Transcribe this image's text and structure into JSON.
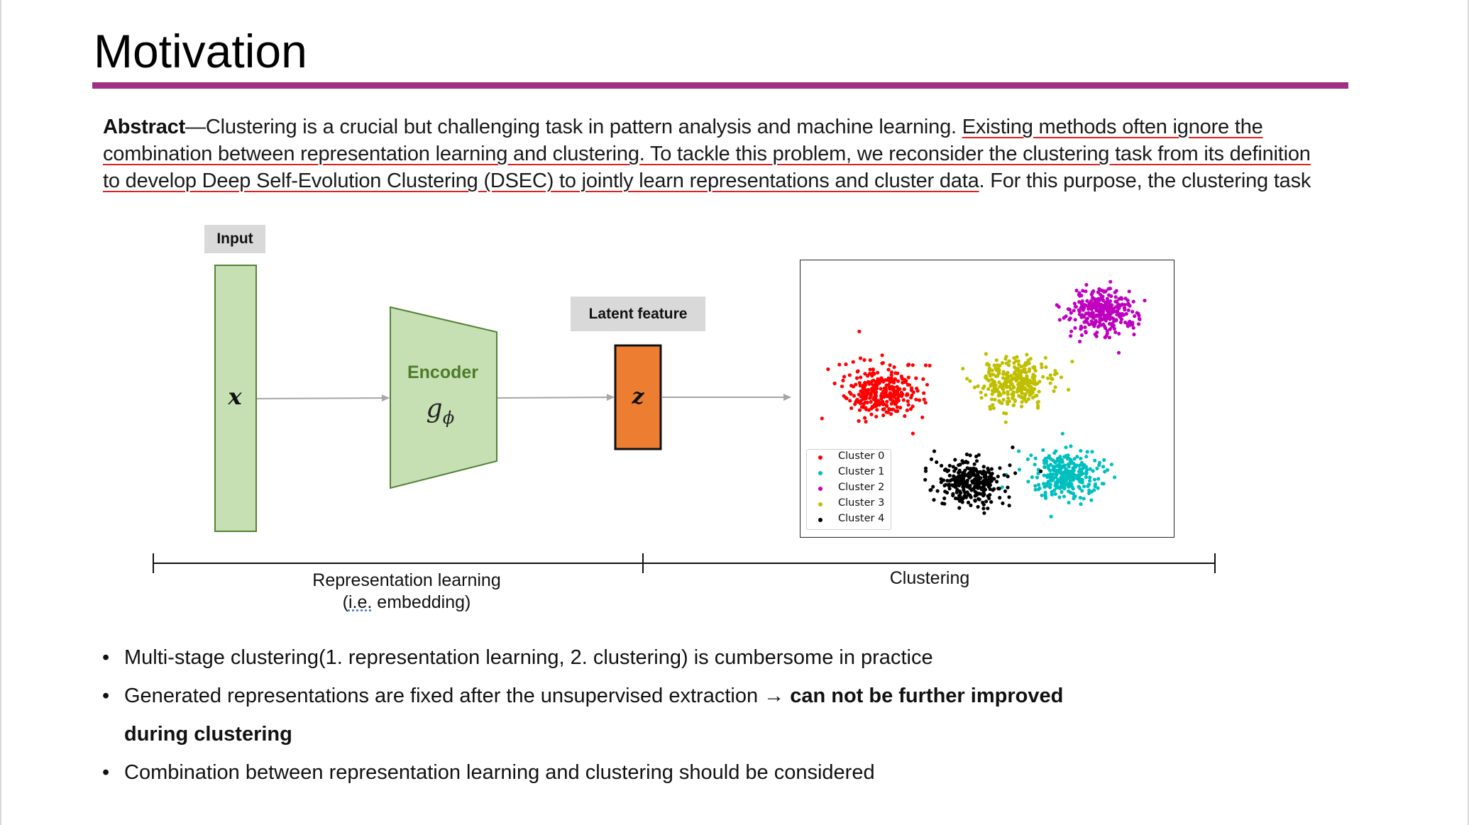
{
  "title": "Motivation",
  "abstract": {
    "label": "Abstract",
    "line1_plain": "—Clustering is a crucial but challenging task in pattern analysis and machine learning. ",
    "line1_underlined": "Existing methods often ignore the",
    "line2_underlined": "combination between representation learning and clustering. To tackle this problem, we reconsider the clustering task from its definition",
    "line3_underlined": "to develop Deep Self-Evolution Clustering (DSEC) to jointly learn representations and cluster data",
    "line3_plain": ". For this purpose, the clustering task"
  },
  "diagram": {
    "input_tag": "Input",
    "input_symbol": "𝒙",
    "encoder_label": "Encoder",
    "encoder_symbol": "g",
    "encoder_subscript": "ϕ",
    "latent_tag": "Latent feature",
    "latent_symbol": "𝒛",
    "colors": {
      "input_fill": "#c6e0b4",
      "input_stroke": "#548235",
      "encoder_text": "#4e7b2a",
      "latent_fill": "#ed7d31",
      "arrow": "#a6a6a6",
      "accent_rule": "#9e2f82"
    },
    "legend": [
      {
        "label": "Cluster 0",
        "color": "#ff0000"
      },
      {
        "label": "Cluster 1",
        "color": "#00bfbf"
      },
      {
        "label": "Cluster 2",
        "color": "#bf00bf"
      },
      {
        "label": "Cluster 3",
        "color": "#bfbf00"
      },
      {
        "label": "Cluster 4",
        "color": "#000000"
      }
    ],
    "phase_left_line1": "Representation learning",
    "phase_left_line2_a": "(",
    "phase_left_line2_b": "i.e.",
    "phase_left_line2_c": " embedding)",
    "phase_right": "Clustering"
  },
  "bullets": {
    "b1": "Multi-stage clustering(1. representation learning, 2. clustering) is cumbersome in practice",
    "b2_plain": "Generated representations are fixed after the unsupervised extraction → ",
    "b2_bold_1": "can not be further improved",
    "b2_bold_2": "during clustering",
    "b3": "Combination between representation learning and clustering should be considered",
    "marker": "•"
  }
}
